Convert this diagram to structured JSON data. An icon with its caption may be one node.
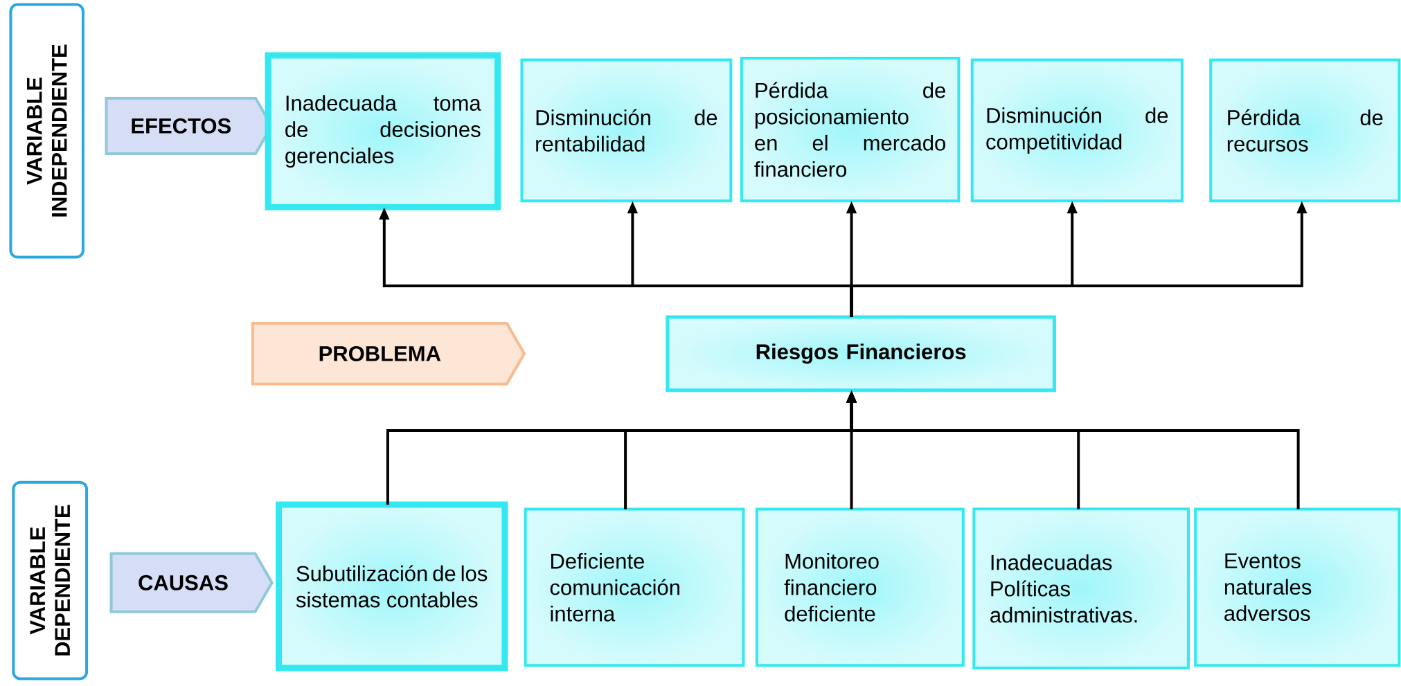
{
  "diagram": {
    "nodes": [
      {
        "text": [
          "VARIABLE INDEPENDIENTE"
        ]
      },
      {
        "text": [
          "EFECTOS"
        ]
      },
      {
        "text": [
          "Inadecuada toma de decisiones gerenciales"
        ]
      },
      {
        "text": [
          "Disminución de rentabilidad"
        ]
      },
      {
        "text": [
          "Pérdida de posicionamiento en el mercado financiero"
        ]
      },
      {
        "text": [
          "Disminución de competitividad"
        ]
      },
      {
        "text": [
          "Pérdida de recursos"
        ]
      },
      {
        "text": [
          "PROBLEMA"
        ]
      },
      {
        "text": [
          "Riesgos Financieros"
        ]
      },
      {
        "text": [
          "VARIABLE DEPENDIENTE"
        ]
      },
      {
        "text": [
          "CAUSAS"
        ]
      },
      {
        "text": [
          "Subutilización de los sistemas contables"
        ]
      },
      {
        "text": [
          "Deficiente comunicación interna"
        ]
      },
      {
        "text": [
          "Monitoreo financiero deficiente"
        ]
      },
      {
        "text": [
          "Inadecuadas Políticas administrativas."
        ]
      },
      {
        "text": [
          "Eventos naturales adversos"
        ]
      }
    ],
    "edges": [
      {
        "from": 8,
        "to": 2,
        "arrow": "to"
      },
      {
        "from": 8,
        "to": 3,
        "arrow": "to"
      },
      {
        "from": 8,
        "to": 4,
        "arrow": "to"
      },
      {
        "from": 8,
        "to": 5,
        "arrow": "to"
      },
      {
        "from": 8,
        "to": 6,
        "arrow": "to"
      },
      {
        "from": 11,
        "to": 8,
        "arrow": "to"
      },
      {
        "from": 12,
        "to": 8,
        "arrow": "to"
      },
      {
        "from": 13,
        "to": 8,
        "arrow": "to"
      },
      {
        "from": 14,
        "to": 8,
        "arrow": "to"
      },
      {
        "from": 15,
        "to": 8,
        "arrow": "to"
      }
    ]
  }
}
